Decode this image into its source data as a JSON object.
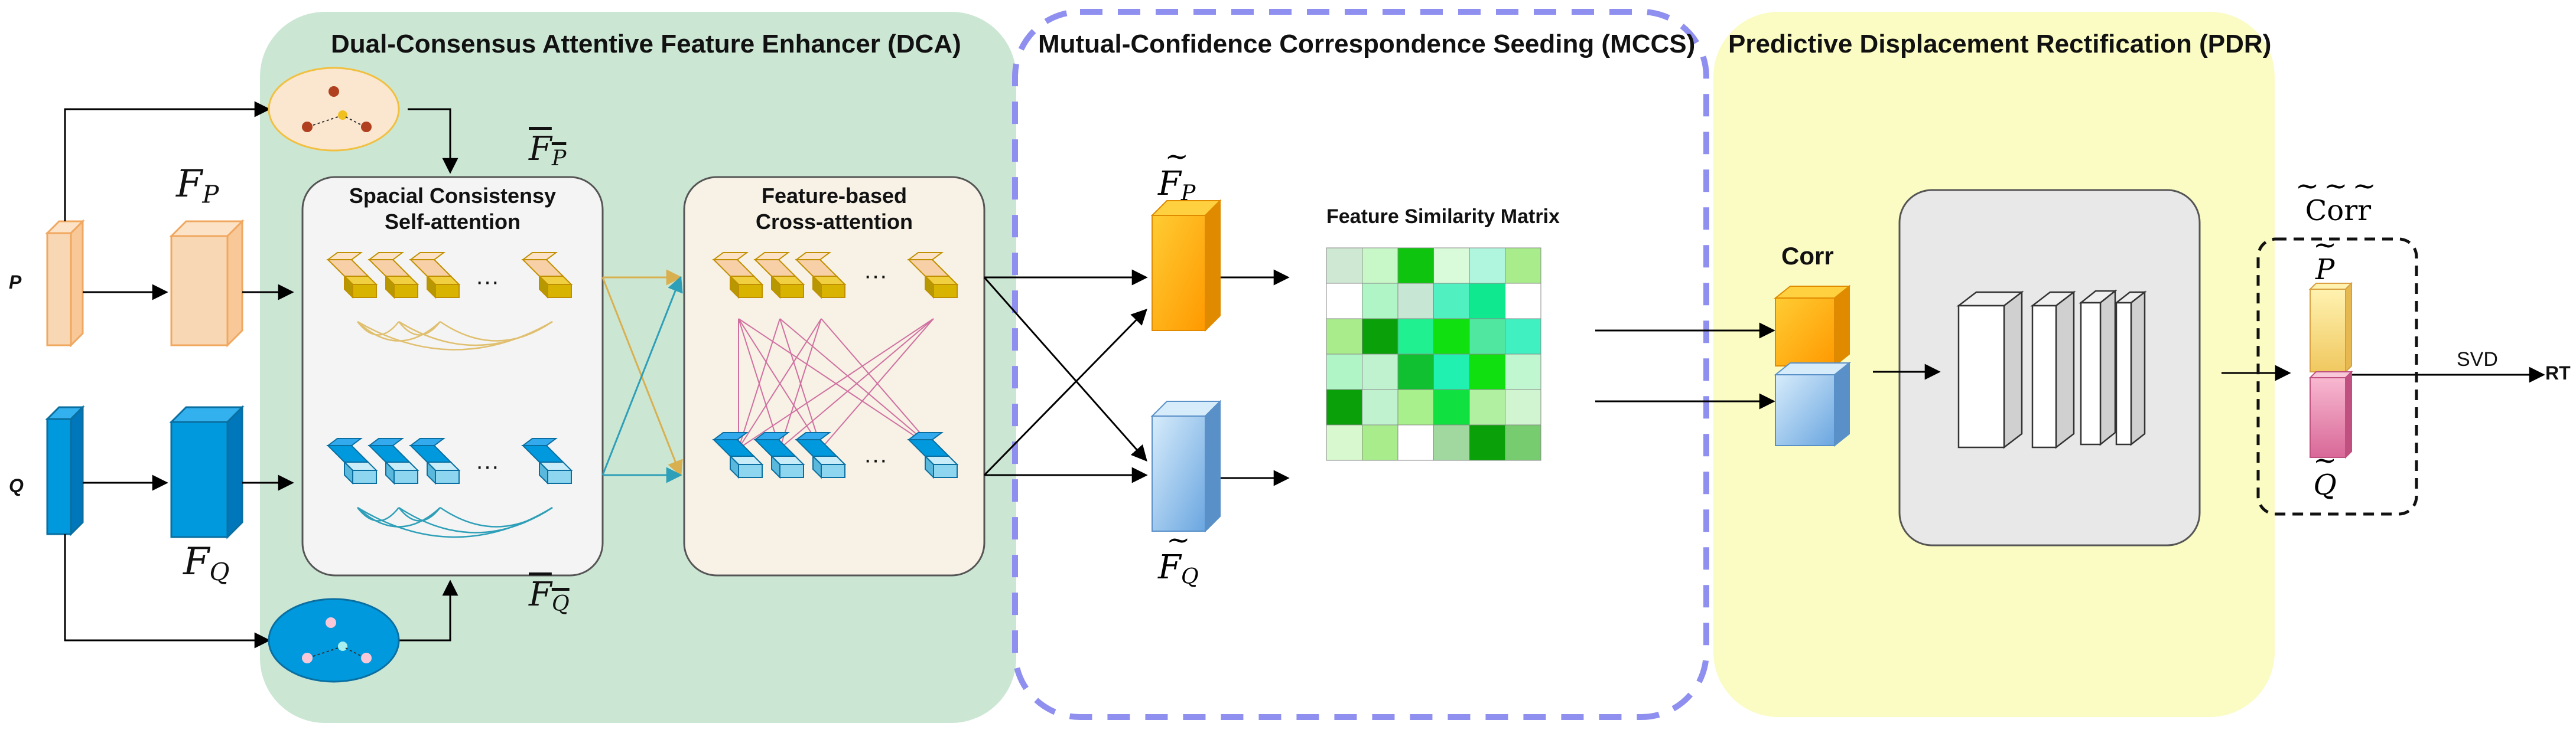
{
  "sections": {
    "dca": {
      "title": "Dual-Consensus Attentive Feature Enhancer (DCA)",
      "color": "#cce6d4"
    },
    "mccs": {
      "title": "Mutual-Confidence Correspondence Seeding (MCCS)",
      "border_color": "#8f8ff0"
    },
    "pdr": {
      "title": "Predictive Displacement Rectification (PDR)",
      "color": "#fbfbc4"
    }
  },
  "inputs": {
    "p": "P",
    "q": "Q"
  },
  "features": {
    "fp": {
      "main": "F",
      "sub": "P"
    },
    "fq": {
      "main": "F",
      "sub": "Q"
    },
    "fp_bar": {
      "main": "F",
      "sub": "P"
    },
    "fq_bar": {
      "main": "F",
      "sub": "Q"
    },
    "fp_tilde": {
      "main": "F",
      "sub": "P"
    },
    "fq_tilde": {
      "main": "F",
      "sub": "Q"
    }
  },
  "modules": {
    "self_attention": [
      "Spacial Consistensy",
      "Self-attention"
    ],
    "cross_attention": [
      "Feature-based",
      "Cross-attention"
    ],
    "dots": "···"
  },
  "similarity": {
    "title": "Feature Similarity Matrix",
    "cells": [
      [
        "#cfe8d4",
        "#c8f7c8",
        "#0fc40f",
        "#d9fbd9",
        "#b0f5dd",
        "#a8ec8c"
      ],
      [
        "#ffffff",
        "#b0f5c5",
        "#c8e6d4",
        "#50f0c0",
        "#10e890",
        "#ffffff"
      ],
      [
        "#a8ec8c",
        "#0aa00a",
        "#20f090",
        "#10e010",
        "#50e8a0",
        "#40f0c0"
      ],
      [
        "#b0f5c5",
        "#c0f2d0",
        "#10c030",
        "#20f0b0",
        "#10e010",
        "#c0f7d0"
      ],
      [
        "#0aa00a",
        "#c0f2d0",
        "#a8f08c",
        "#10e040",
        "#b0f0a0",
        "#d0f5d0"
      ],
      [
        "#d8f8d0",
        "#a8ec8c",
        "#ffffff",
        "#a0d8a0",
        "#0aa00a",
        "#78cc70"
      ]
    ]
  },
  "pdr": {
    "corr": "Corr",
    "corr_tilde": "Corr",
    "p_tilde": "P",
    "q_tilde": "Q",
    "svd": "SVD",
    "rt": "RT"
  },
  "colors": {
    "orange_light": "#f8d8b4",
    "orange_edge": "#f0a860",
    "yellow": "#d8b400",
    "blue": "#0099dd",
    "blue_light": "#8ed6ef",
    "pink_lines": "#d070a0",
    "teal_lines": "#2e9fb8",
    "gold_lines": "#d8b050"
  }
}
